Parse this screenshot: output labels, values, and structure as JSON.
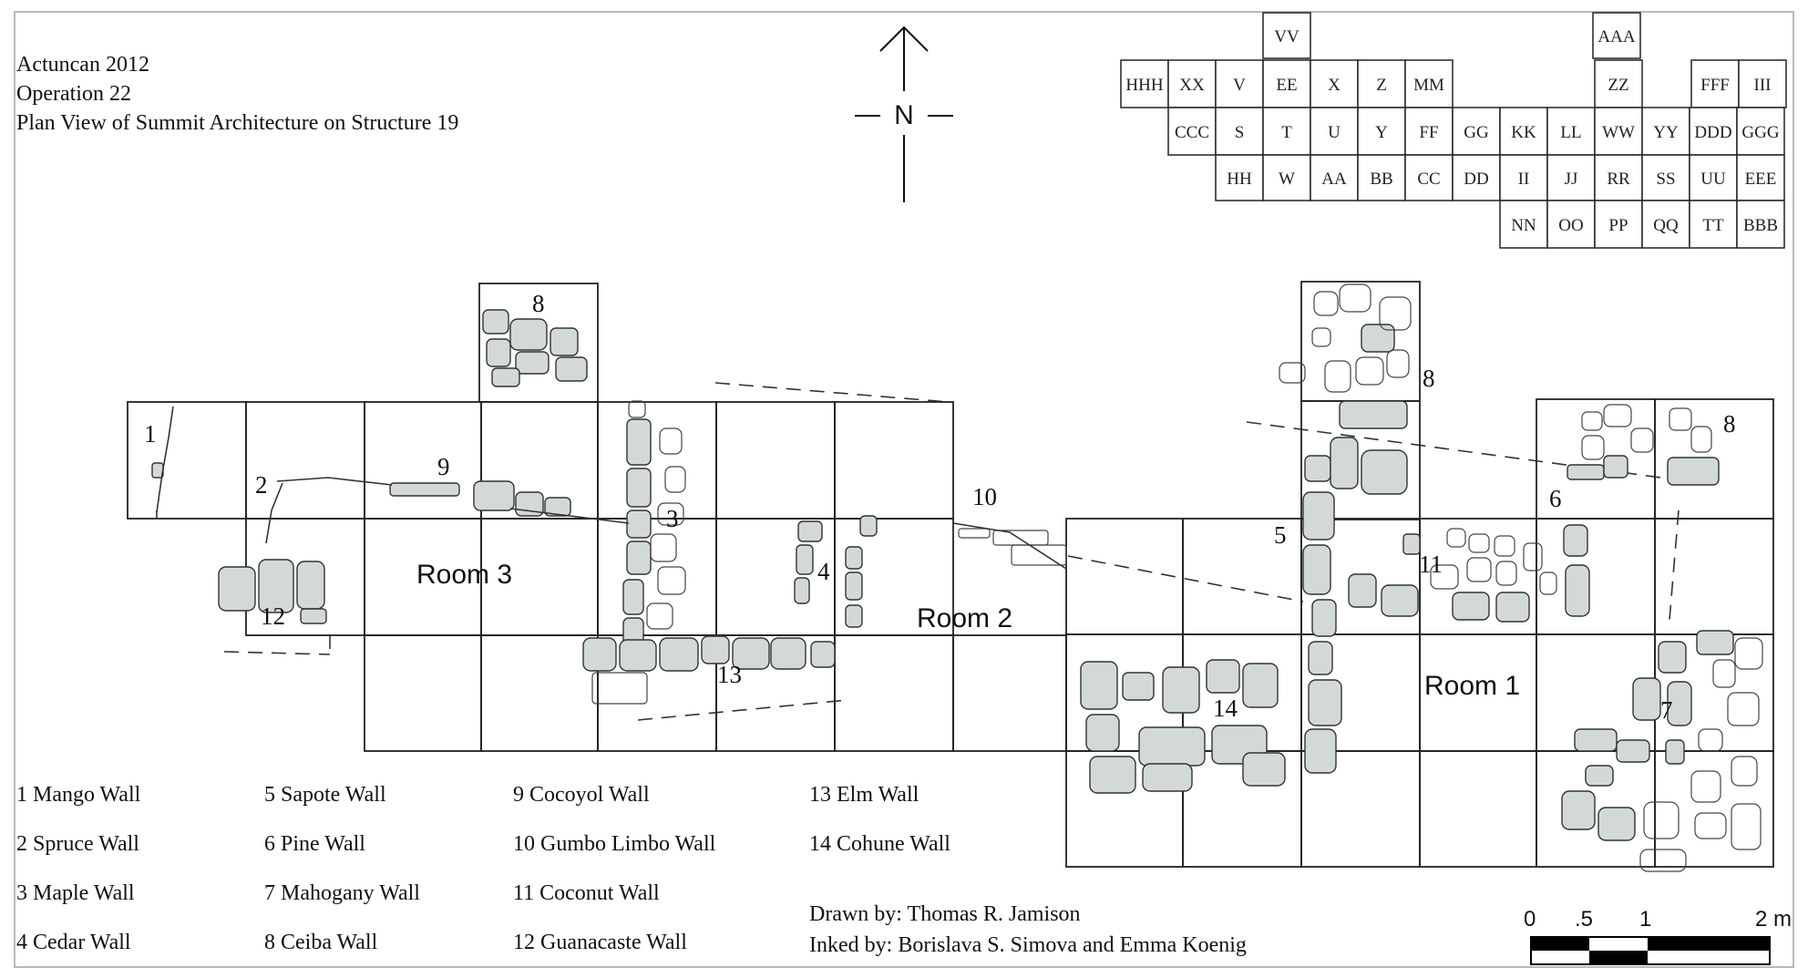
{
  "header": {
    "lines": [
      "Actuncan 2012",
      "Operation 22",
      "Plan View of Summit Architecture on Structure 19"
    ]
  },
  "north_arrow": {
    "label": "N"
  },
  "key_grid": {
    "cells": [
      {
        "label": "VV",
        "col": 7,
        "row": 0
      },
      {
        "label": "AAA",
        "col": 17,
        "row": 0
      },
      {
        "label": "HHH",
        "col": 0,
        "row": 1
      },
      {
        "label": "XX",
        "col": 1,
        "row": 1
      },
      {
        "label": "V",
        "col": 2,
        "row": 1
      },
      {
        "label": "EE",
        "col": 3,
        "row": 1
      },
      {
        "label": "X",
        "col": 4,
        "row": 1
      },
      {
        "label": "Z",
        "col": 5,
        "row": 1
      },
      {
        "label": "MM",
        "col": 6,
        "row": 1
      },
      {
        "label": "ZZ",
        "col": 17,
        "row": 1
      },
      {
        "label": "FFF",
        "col": 19,
        "row": 1
      },
      {
        "label": "III",
        "col": 20,
        "row": 1
      },
      {
        "label": "CCC",
        "col": 1,
        "row": 2
      },
      {
        "label": "S",
        "col": 2,
        "row": 2
      },
      {
        "label": "T",
        "col": 3,
        "row": 2
      },
      {
        "label": "U",
        "col": 4,
        "row": 2
      },
      {
        "label": "Y",
        "col": 5,
        "row": 2
      },
      {
        "label": "FF",
        "col": 6,
        "row": 2
      },
      {
        "label": "GG",
        "col": 7,
        "row": 2
      },
      {
        "label": "KK",
        "col": 8,
        "row": 2
      },
      {
        "label": "LL",
        "col": 9,
        "row": 2
      },
      {
        "label": "WW",
        "col": 10,
        "row": 2
      },
      {
        "label": "YY",
        "col": 11,
        "row": 2
      },
      {
        "label": "DDD",
        "col": 12,
        "row": 2
      },
      {
        "label": "GGG",
        "col": 13,
        "row": 2
      },
      {
        "label": "HH",
        "col": 2,
        "row": 3
      },
      {
        "label": "W",
        "col": 3,
        "row": 3
      },
      {
        "label": "AA",
        "col": 4,
        "row": 3
      },
      {
        "label": "BB",
        "col": 5,
        "row": 3
      },
      {
        "label": "CC",
        "col": 6,
        "row": 3
      },
      {
        "label": "DD",
        "col": 7,
        "row": 3
      },
      {
        "label": "II",
        "col": 8,
        "row": 3
      },
      {
        "label": "JJ",
        "col": 9,
        "row": 3
      },
      {
        "label": "RR",
        "col": 10,
        "row": 3
      },
      {
        "label": "SS",
        "col": 11,
        "row": 3
      },
      {
        "label": "UU",
        "col": 12,
        "row": 3
      },
      {
        "label": "EEE",
        "col": 13,
        "row": 3
      },
      {
        "label": "NN",
        "col": 8,
        "row": 4
      },
      {
        "label": "OO",
        "col": 9,
        "row": 4
      },
      {
        "label": "PP",
        "col": 10,
        "row": 4
      },
      {
        "label": "QQ",
        "col": 11,
        "row": 4
      },
      {
        "label": "TT",
        "col": 12,
        "row": 4
      },
      {
        "label": "BBB",
        "col": 13,
        "row": 4
      }
    ]
  },
  "plan_labels": {
    "walls": [
      "1",
      "2",
      "9",
      "8",
      "3",
      "4",
      "10",
      "12",
      "13",
      "5",
      "8",
      "11",
      "6",
      "8",
      "7",
      "14"
    ],
    "rooms": [
      "Room 3",
      "Room 2",
      "Room 1"
    ]
  },
  "legend": [
    "1  Mango Wall",
    "2  Spruce Wall",
    "3  Maple Wall",
    "4  Cedar Wall",
    "5  Sapote Wall",
    "6  Pine Wall",
    "7  Mahogany Wall",
    "8  Ceiba Wall",
    "9  Cocoyol Wall",
    "10  Gumbo Limbo Wall",
    "11  Coconut Wall",
    "12  Guanacaste Wall",
    "13  Elm Wall",
    "14  Cohune Wall"
  ],
  "credits": {
    "drawn": "Drawn by: Thomas R. Jamison",
    "inked": "Inked by: Borislava S. Simova and Emma Koenig"
  },
  "scale_bar": {
    "ticks": [
      "0",
      ".5",
      "1",
      "2 m"
    ]
  },
  "colors": {
    "stone_fill": "#d3d9d7",
    "line": "#222222",
    "frame": "#b9b9b9"
  }
}
